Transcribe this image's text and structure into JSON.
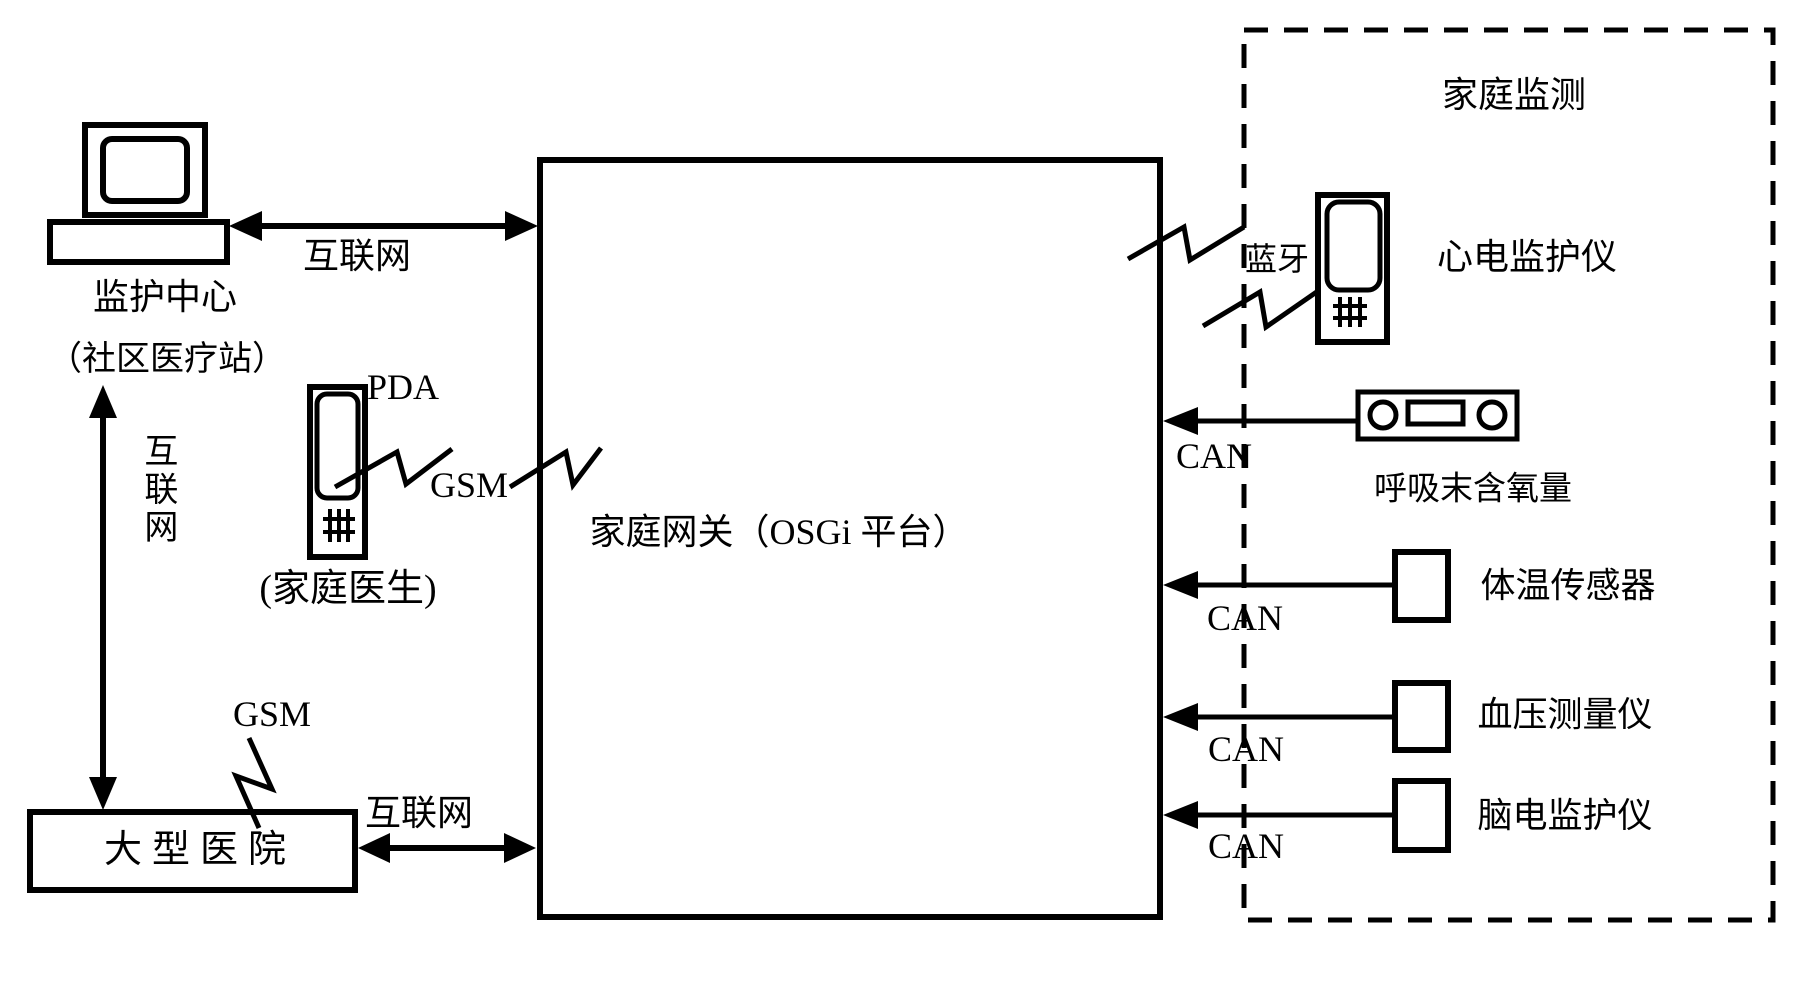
{
  "colors": {
    "ink": "#000000",
    "background": "#ffffff"
  },
  "labels": {
    "monitoring_center": "监护中心",
    "community_station": "（社区医疗站）",
    "internet_top": "互联网",
    "internet_side": "互联网",
    "internet_bottom": "互联网",
    "pda": "PDA",
    "gsm_pda": "GSM",
    "family_doctor": "(家庭医生)",
    "gateway": "家庭网关（OSGi 平台）",
    "gsm_hospital": "GSM",
    "hospital": "大型医院",
    "home_monitoring": "家庭监测",
    "bluetooth": "蓝牙",
    "ecg_monitor": "心电监护仪",
    "can_1": "CAN",
    "etco2": "呼吸末含氧量",
    "can_2": "CAN",
    "temp_sensor": "体温传感器",
    "can_3": "CAN",
    "bp_meter": "血压测量仪",
    "can_4": "CAN",
    "eeg_monitor": "脑电监护仪"
  }
}
